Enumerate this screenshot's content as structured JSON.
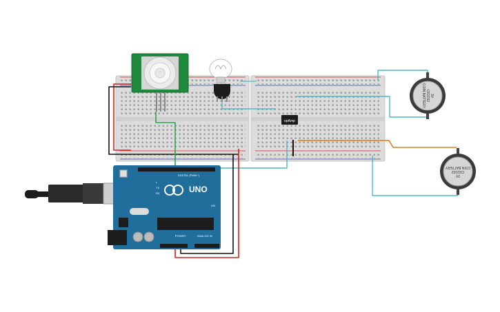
{
  "canvas": {
    "background": "#ffffff"
  },
  "arduino": {
    "model_label": "UNO",
    "digital_label": "DIGITAL (PWM~)",
    "power_label": "POWER",
    "analog_label": "ANALOG IN",
    "led_labels": [
      "L",
      "TX",
      "RX"
    ],
    "on_label": "ON",
    "board_color": "#1f6e9c",
    "brand_color": "#ffffff"
  },
  "pir_sensor": {
    "board_color": "#1f8a3b",
    "dome_color": "#e8e8e8"
  },
  "opamp_chip": {
    "label": "opAmp"
  },
  "batteries": [
    {
      "lines": [
        "3V",
        "CR2032",
        "COIN BATTERY"
      ]
    },
    {
      "lines": [
        "3V",
        "CR2032",
        "COIN BATTERY"
      ]
    }
  ],
  "wire_colors": {
    "red": "#d42222",
    "black": "#111111",
    "green": "#2fa34a",
    "cyan": "#4fb7c4",
    "orange": "#e07b1a"
  },
  "components": {
    "usb_cable": "usb-cable",
    "lamp": "incandescent-bulb",
    "transistor": "npn-transistor"
  }
}
